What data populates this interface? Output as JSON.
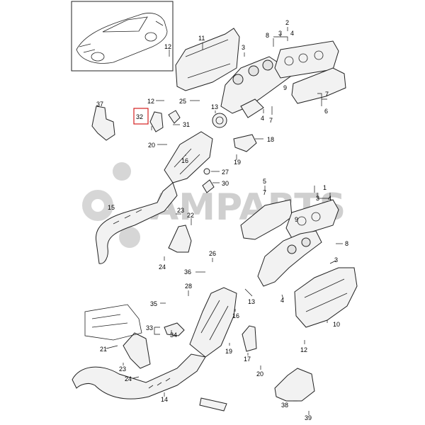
{
  "watermark": {
    "text": "AMPARTS"
  },
  "labels": {
    "l2": "2",
    "l3a": "3",
    "l4a": "4",
    "l8a": "8",
    "l11": "11",
    "l12a": "12",
    "l3b": "3",
    "l9a": "9",
    "l7a": "7",
    "l6": "6",
    "l12b": "12",
    "l25": "25",
    "l13a": "13",
    "l37": "37",
    "l32": "32",
    "l31": "31",
    "l4b": "4",
    "l7b": "7",
    "l18": "18",
    "l20a": "20",
    "l16a": "16",
    "l19a": "19",
    "l27": "27",
    "l30": "30",
    "l15": "15",
    "l5": "5",
    "l1": "1",
    "l7c": "7",
    "l3c": "3",
    "l4c": "4",
    "l23a": "23",
    "l22": "22",
    "l9b": "9",
    "l8b": "8",
    "l24a": "24",
    "l26": "26",
    "l3d": "3",
    "l36": "36",
    "l28": "28",
    "l13b": "13",
    "l4d": "4",
    "l35": "35",
    "l16b": "16",
    "l10": "10",
    "l33": "33",
    "l34": "34",
    "l21": "21",
    "l19b": "19",
    "l12c": "12",
    "l17": "17",
    "l23b": "23",
    "l20b": "20",
    "l24b": "24",
    "l14": "14",
    "l38": "38",
    "l39": "39"
  }
}
